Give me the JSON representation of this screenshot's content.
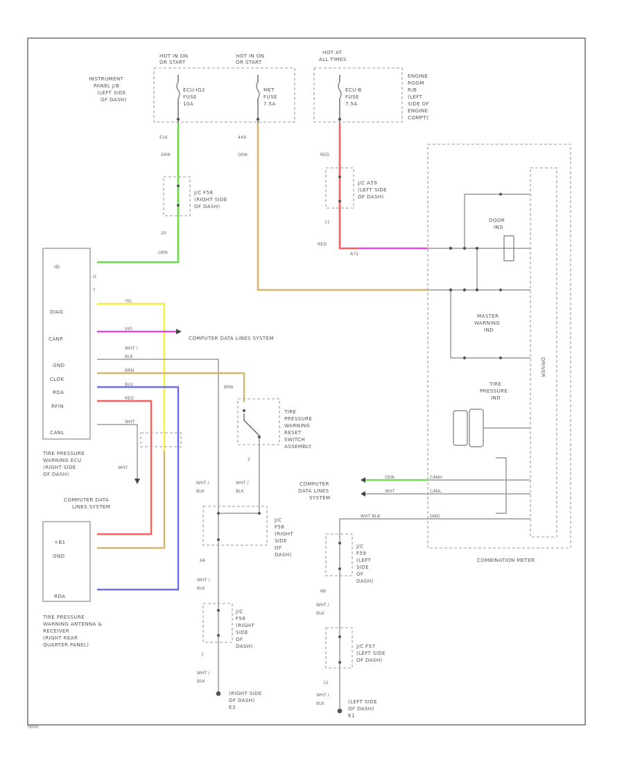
{
  "labels": {
    "hot_on_1": "HOT IN ON",
    "hot_on_1b": "OR START",
    "hot_on_2": "HOT IN ON",
    "hot_on_2b": "OR START",
    "hot_all_1": "HOT AT",
    "hot_all_2": "ALL TIMES",
    "ip_jb_1": "INSTRUMENT",
    "ip_jb_2": "PANEL J/B",
    "ip_jb_3": "(LEFT SIDE",
    "ip_jb_4": "OF DASH)",
    "fuse1_1": "ECU-IG2",
    "fuse1_2": "FUSE",
    "fuse1_3": "10A",
    "fuse2_1": "MET",
    "fuse2_2": "FUSE",
    "fuse2_3": "7.5A",
    "fuse3_1": "ECU-B",
    "fuse3_2": "FUSE",
    "fuse3_3": "7.5A",
    "er_rb_1": "ENGINE",
    "er_rb_2": "ROOM",
    "er_rb_3": "R/B",
    "er_rb_4": "(LEFT",
    "er_rb_5": "SIDE OF",
    "er_rb_6": "ENGINE",
    "er_rb_7": "COMPT)",
    "pin_e16": "E16",
    "pin_4x9": "4X9",
    "grn": "GRN",
    "grn_b": "GRN",
    "jc_f58_1": "J/C F58",
    "jc_f58_2": "(RIGHT SIDE",
    "jc_f58_3": "OF DASH)",
    "pin_20": "20",
    "grn_c": "GRN",
    "red": "RED",
    "jc_a59_1": "J/C A59",
    "jc_a59_2": "(LEFT SIDE",
    "jc_a59_3": "OF DASH)",
    "pin_11": "11",
    "red_b": "RED",
    "pin_a72": "A72",
    "door_1": "DOOR",
    "door_2": "IND",
    "master_1": "MASTER",
    "master_2": "WARNING",
    "master_3": "IND",
    "tire_ind_1": "TIRE",
    "tire_ind_2": "PRESSURE",
    "tire_ind_3": "IND",
    "driver": "DRIVER",
    "ecu_ig": "IG",
    "ecu_d": "D",
    "ecu_t": "T",
    "ecu_diag": "DIAG",
    "ecu_canp": "CANP",
    "ecu_gnd": "GND",
    "ecu_clok": "CLOK",
    "ecu_rda": "RDA",
    "ecu_rfin": "RFIN",
    "ecu_canl": "CANL",
    "yel": "YEL",
    "vio": "VIO",
    "computer_lines": "COMPUTER DATA LINES SYSTEM",
    "wht_blk_1": "WHT /",
    "wht_blk_2": "BLK",
    "brn": "BRN",
    "blu": "BLU",
    "red_c": "RED",
    "wht": "WHT",
    "ecu_name_1": "TIRE PRESSURE",
    "ecu_name_2": "WARNING ECU",
    "ecu_name_3": "(RIGHT SIDE",
    "ecu_name_4": "OF DASH)",
    "wht_b": "WHT",
    "cdl_1": "COMPUTER DATA",
    "cdl_2": "LINES SYSTEM",
    "brn_b": "BRN",
    "switch_1": "TIRE",
    "switch_2": "PRESSURE",
    "switch_3": "WARNING",
    "switch_4": "RESET",
    "switch_5": "SWITCH",
    "switch_6": "ASSEMBLY",
    "pin_2": "2",
    "wb_a1": "WHT /",
    "wb_a2": "BLK",
    "wb_b1": "WHT /",
    "wb_b2": "BLK",
    "cdl_r1": "COMPUTER",
    "cdl_r2": "DATA LINES",
    "cdl_r3": "SYSTEM",
    "grn_r": "GRN",
    "wht_r": "WHT",
    "canh": "CANH",
    "canl": "CANL",
    "whtblk_r": "WHT BLK",
    "gnd": "GND",
    "comb_meter": "COMBINATION METER",
    "rcv_pin_1": "+B1",
    "rcv_pin_2": "GND",
    "rcv_pin_3": "RDA",
    "rcv_name_1": "TIRE PRESSURE",
    "rcv_name_2": "WARNING ANTENNA &",
    "rcv_name_3": "RECEIVER",
    "rcv_name_4": "(RIGHT REAR",
    "rcv_name_5": "QUARTER PANEL)",
    "jc_f58b_1": "J/C",
    "jc_f58b_2": "F58",
    "jc_f58b_3": "(RIGHT",
    "jc_f58b_4": "SIDE",
    "jc_f58b_5": "OF",
    "jc_f58b_6": "DASH)",
    "pin_6a": "6A",
    "wb_c1": "WHT /",
    "wb_c2": "BLK",
    "jc_f58c_1": "J/C",
    "jc_f58c_2": "F58",
    "jc_f58c_3": "(RIGHT",
    "jc_f58c_4": "SIDE",
    "jc_f58c_5": "OF",
    "jc_f58c_6": "DASH)",
    "pin_7": "7",
    "wb_d1": "WHT /",
    "wb_d2": "BLK",
    "gnd_r1": "(RIGHT SIDE",
    "gnd_r2": "OF DASH)",
    "gnd_r3": "E3",
    "jc_f59_1": "J/C",
    "jc_f59_2": "F59",
    "jc_f59_3": "(LEFT",
    "jc_f59_4": "SIDE",
    "jc_f59_5": "OF",
    "jc_f59_6": "DASH)",
    "pin_6b": "6B",
    "wb_e1": "WHT /",
    "wb_e2": "BLK",
    "jc_f57_1": "J/C F57",
    "jc_f57_2": "(LEFT SIDE",
    "jc_f57_3": "OF DASH)",
    "pin_12": "12",
    "wb_f1": "WHT /",
    "wb_f2": "BLK",
    "gnd_l1": "(LEFT SIDE",
    "gnd_l2": "OF DASH)",
    "gnd_l3": "E1",
    "footer": "0000"
  },
  "colors": {
    "green": "#66dd44",
    "brown": "#d2b46e",
    "red": "#ff5c5c",
    "violet": "#e14cdc",
    "yellow": "#f2ef3c",
    "blue": "#6a6af0",
    "gray": "#999999"
  }
}
